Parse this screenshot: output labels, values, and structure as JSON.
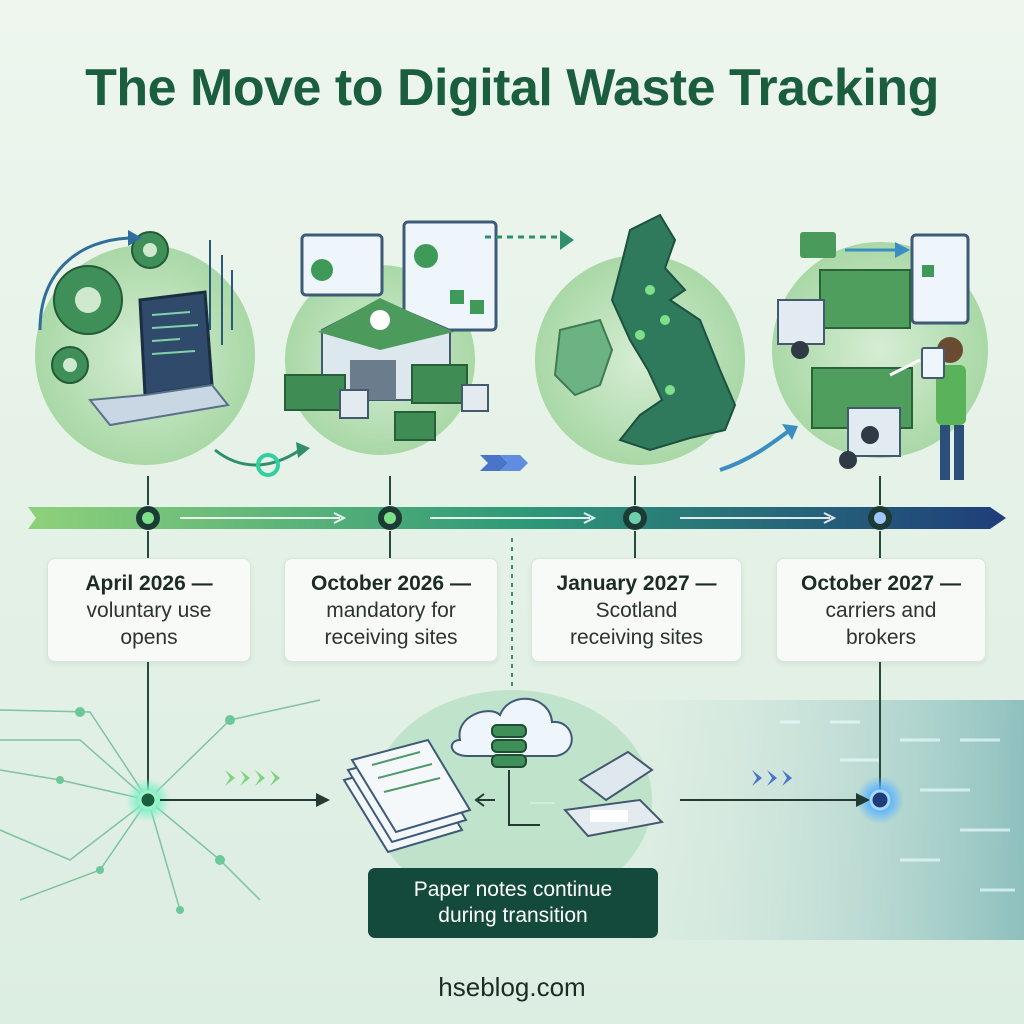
{
  "title": "The Move to Digital Waste Tracking",
  "milestones": [
    {
      "date": "April 2026 —",
      "text_line1": "voluntary use",
      "text_line2": "opens"
    },
    {
      "date": "October 2026 —",
      "text_line1": "mandatory for",
      "text_line2": "receiving sites"
    },
    {
      "date": "January 2027 —",
      "text_line1": "Scotland",
      "text_line2": "receiving sites"
    },
    {
      "date": "October 2027 —",
      "text_line1": "carriers and",
      "text_line2": "brokers"
    }
  ],
  "transition": {
    "line1": "Paper notes continue",
    "line2": "during transition"
  },
  "footer": "hseblog.com",
  "colors": {
    "title": "#1b5e3d",
    "timeline_start": "#7cc36b",
    "timeline_end": "#1f3d7a",
    "dark_box": "#134a3b"
  }
}
